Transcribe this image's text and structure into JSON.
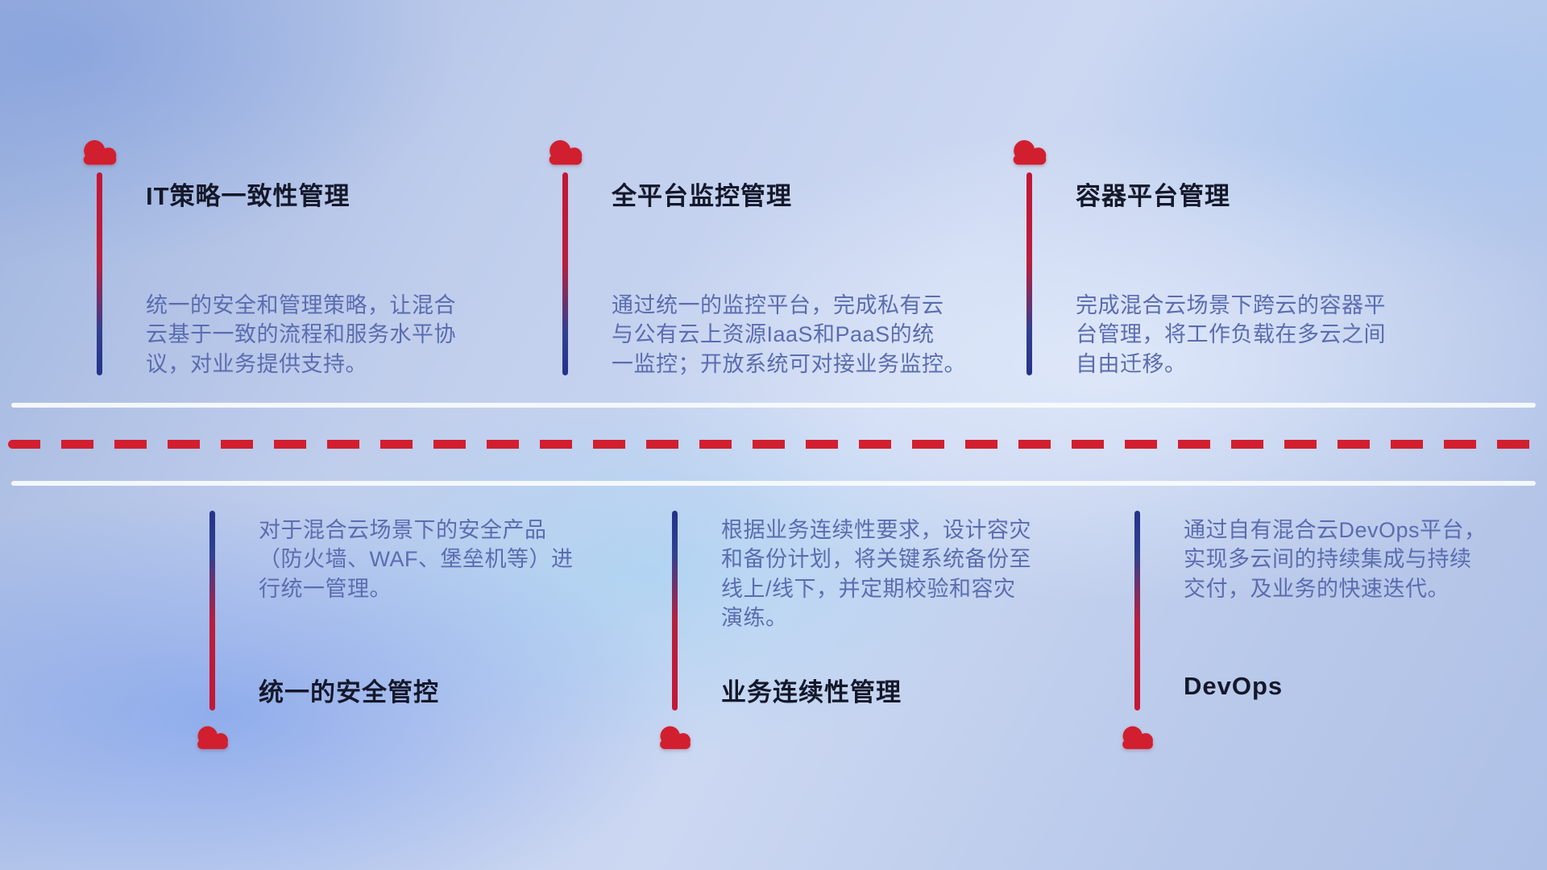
{
  "colors": {
    "accent_red": "#d11f2f",
    "line_blue": "#24338a",
    "title_color": "#14182a",
    "desc_color": "#5b6cb0",
    "divider_white": "#f7fafd"
  },
  "items_top": [
    {
      "title": "IT策略一致性管理",
      "desc": "统一的安全和管理策略，让混合\n云基于一致的流程和服务水平协\n议，对业务提供支持。"
    },
    {
      "title": "全平台监控管理",
      "desc": "通过统一的监控平台，完成私有云\n与公有云上资源IaaS和PaaS的统\n一监控；开放系统可对接业务监控。"
    },
    {
      "title": "容器平台管理",
      "desc": "完成混合云场景下跨云的容器平\n台管理，将工作负载在多云之间\n自由迁移。"
    }
  ],
  "items_bottom": [
    {
      "title": "统一的安全管控",
      "desc": "对于混合云场景下的安全产品\n（防火墙、WAF、堡垒机等）进\n行统一管理。"
    },
    {
      "title": "业务连续性管理",
      "desc": "根据业务连续性要求，设计容灾\n和备份计划，将关键系统备份至\n线上/线下，并定期校验和容灾\n演练。"
    },
    {
      "title": "DevOps",
      "desc": "通过自有混合云DevOps平台，\n实现多云间的持续集成与持续\n交付，及业务的快速迭代。"
    }
  ]
}
